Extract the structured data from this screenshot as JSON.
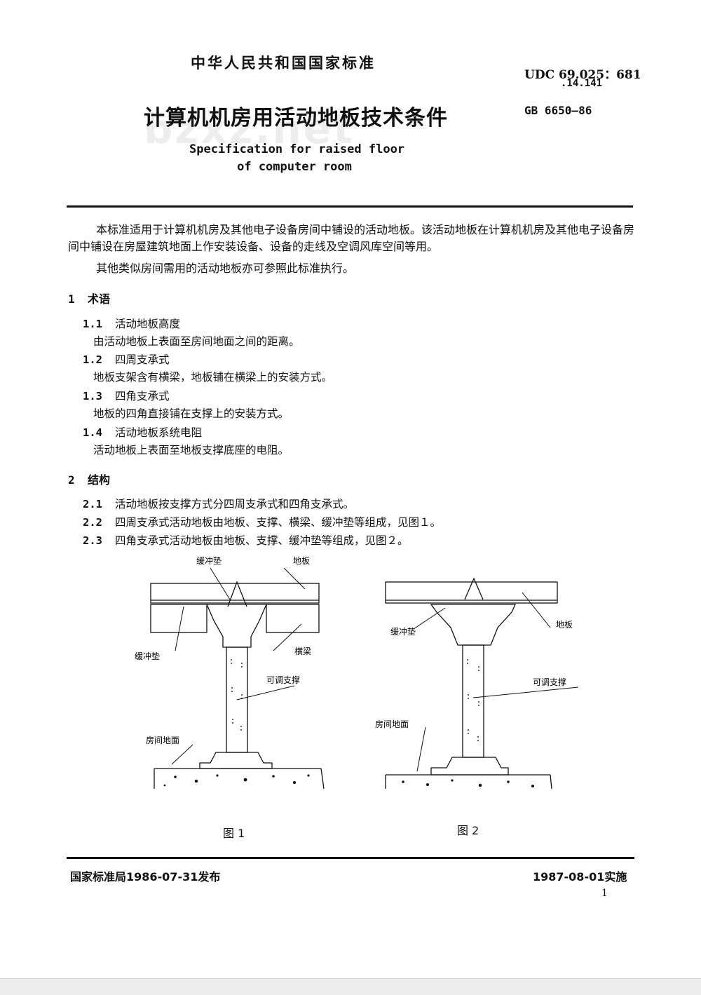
{
  "header": {
    "national_standard": "中华人民共和国国家标准",
    "udc_line1": "UDC 69.025：681",
    "udc_line2": ".14.141",
    "gb_number": "GB 6650—86",
    "title_cn": "计算机机房用活动地板技术条件",
    "title_en_line1": "Specification for raised floor",
    "title_en_line2": "of computer room",
    "watermark": "bzxz.net"
  },
  "intro": {
    "p1": "本标准适用于计算机机房及其他电子设备房间中铺设的活动地板。该活动地板在计算机机房及其他电子设备房间中铺设在房屋建筑地面上作安装设备、设备的走线及空调风库空间等用。",
    "p2": "其他类似房间需用的活动地板亦可参照此标准执行。"
  },
  "section1": {
    "num": "1",
    "title": "术语",
    "clauses": [
      {
        "num": "1.1",
        "title": "活动地板高度",
        "text": "由活动地板上表面至房间地面之间的距离。"
      },
      {
        "num": "1.2",
        "title": "四周支承式",
        "text": "地板支架含有横梁，地板铺在横梁上的安装方式。"
      },
      {
        "num": "1.3",
        "title": "四角支承式",
        "text": "地板的四角直接铺在支撑上的安装方式。"
      },
      {
        "num": "1.4",
        "title": "活动地板系统电阻",
        "text": "活动地板上表面至地板支撑底座的电阻。"
      }
    ]
  },
  "section2": {
    "num": "2",
    "title": "结构",
    "clauses": [
      {
        "num": "2.1",
        "text": "活动地板按支撑方式分四周支承式和四角支承式。"
      },
      {
        "num": "2.2",
        "text": "四周支承式活动地板由地板、支撑、横梁、缓冲垫等组成，见图１。"
      },
      {
        "num": "2.3",
        "text": "四角支承式活动地板由地板、支撑、缓冲垫等组成，见图２。"
      }
    ]
  },
  "figure1": {
    "caption": "图 1",
    "labels": {
      "cushion_top": "缓冲垫",
      "floor": "地板",
      "cushion_left": "缓冲垫",
      "beam": "横梁",
      "support": "可调支撑",
      "ground": "房间地面"
    }
  },
  "figure2": {
    "caption": "图 2",
    "labels": {
      "cushion": "缓冲垫",
      "floor": "地板",
      "support": "可调支撑",
      "ground": "房间地面"
    }
  },
  "footer": {
    "issued": "国家标准局1986-07-31发布",
    "effective": "1987-08-01实施",
    "page_number": "1"
  }
}
